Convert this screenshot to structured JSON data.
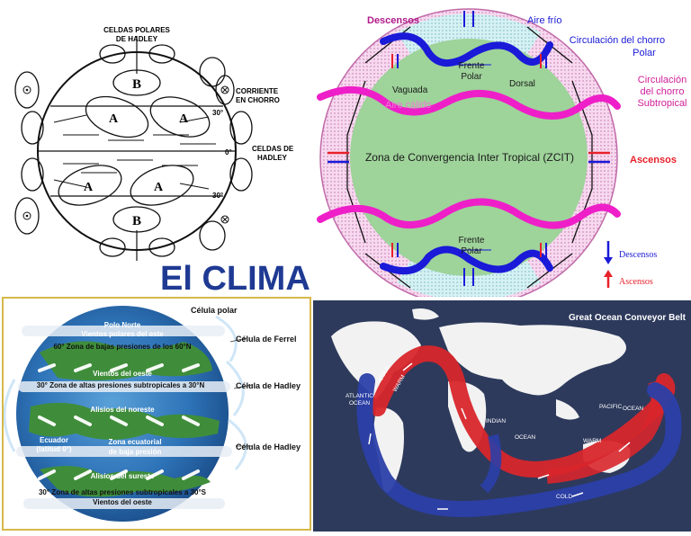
{
  "page_title": "El CLIMA",
  "hadley_sketch": {
    "polar_cells_label_line1": "CELDAS POLARES",
    "polar_cells_label_line2": "DE HADLEY",
    "jet_label_line1": "CORRIENTE",
    "jet_label_line2": "EN CHORRO",
    "hadley_cells_label_line1": "CELDAS DE",
    "hadley_cells_label_line2": "HADLEY",
    "lat_north": "30°",
    "lat_equator": "0°",
    "lat_south": "30°",
    "high_a1": "A",
    "high_a2": "A",
    "high_a3": "A",
    "high_a4": "A",
    "low_b_top": "B",
    "low_b_bottom": "B"
  },
  "jet_diagram": {
    "descensos_top": "Descensos",
    "aire_frio": "Aire frío",
    "polar_jet_line1": "Circulación del chorro",
    "polar_jet_line2": "Polar",
    "frente_polar_top_line1": "Frente",
    "frente_polar_top_line2": "Polar",
    "vaguada": "Vaguada",
    "dorsal": "Dorsal",
    "aire_calido": "Aire cálido",
    "subtropical_line1": "Circulación",
    "subtropical_line2": "del chorro",
    "subtropical_line3": "Subtropical",
    "zcit": "Zona de Convergencia Inter Tropical (ZCIT)",
    "ascensos_right": "Ascensos",
    "frente_polar_bottom_line1": "Frente",
    "frente_polar_bottom_line2": "Polar",
    "legend_descensos": "Descensos",
    "legend_ascensos": "Ascensos"
  },
  "globe_cells": {
    "celula_polar": "Célula polar",
    "polo_norte": "Polo Norte",
    "vientos_polares": "Vientos polares del este",
    "bajas_60n": "60° Zona de bajas presiones de los 60°N",
    "celula_ferrel": "Célula de Ferrel",
    "vientos_oeste_n": "Vientos del oeste",
    "altas_30n": "30° Zona de altas presiones subtropicales a 30°N",
    "celula_hadley_n": "Célula de Hadley",
    "alisios_ne": "Alisios del noreste",
    "ecuador_line1": "Ecuador",
    "ecuador_line2": "(latitud 0°)",
    "zona_ecuatorial_line1": "Zona ecuatorial",
    "zona_ecuatorial_line2": "de baja presión",
    "celula_hadley_s": "Célula de Hadley",
    "alisios_se": "Alisios del sureste",
    "altas_30s": "30° Zona de altas presiones subtropicales a 30°S",
    "vientos_oeste_s": "Vientos del oeste"
  },
  "conveyor": {
    "title": "Great Ocean Conveyor Belt",
    "atlantic_line1": "ATLANTIC",
    "atlantic_line2": "OCEAN",
    "indian_line1": "INDIAN",
    "indian_line2": "OCEAN",
    "pacific": "PACIFIC",
    "pacific_ocean": "OCEAN",
    "cold_1": "COLD",
    "warm_1": "WARM",
    "warm_2": "WARM",
    "cold_2": "COLD"
  },
  "colors": {
    "title": "#1f3a93",
    "jet_polar": "#1a1ad8",
    "jet_subtropical": "#ee1fc8",
    "zcit_fill": "#9ed39a",
    "warm_current": "#d8262b",
    "cold_current": "#2b3fa8",
    "ocean": "#2d3a5c",
    "land": "#f2f2f2"
  }
}
